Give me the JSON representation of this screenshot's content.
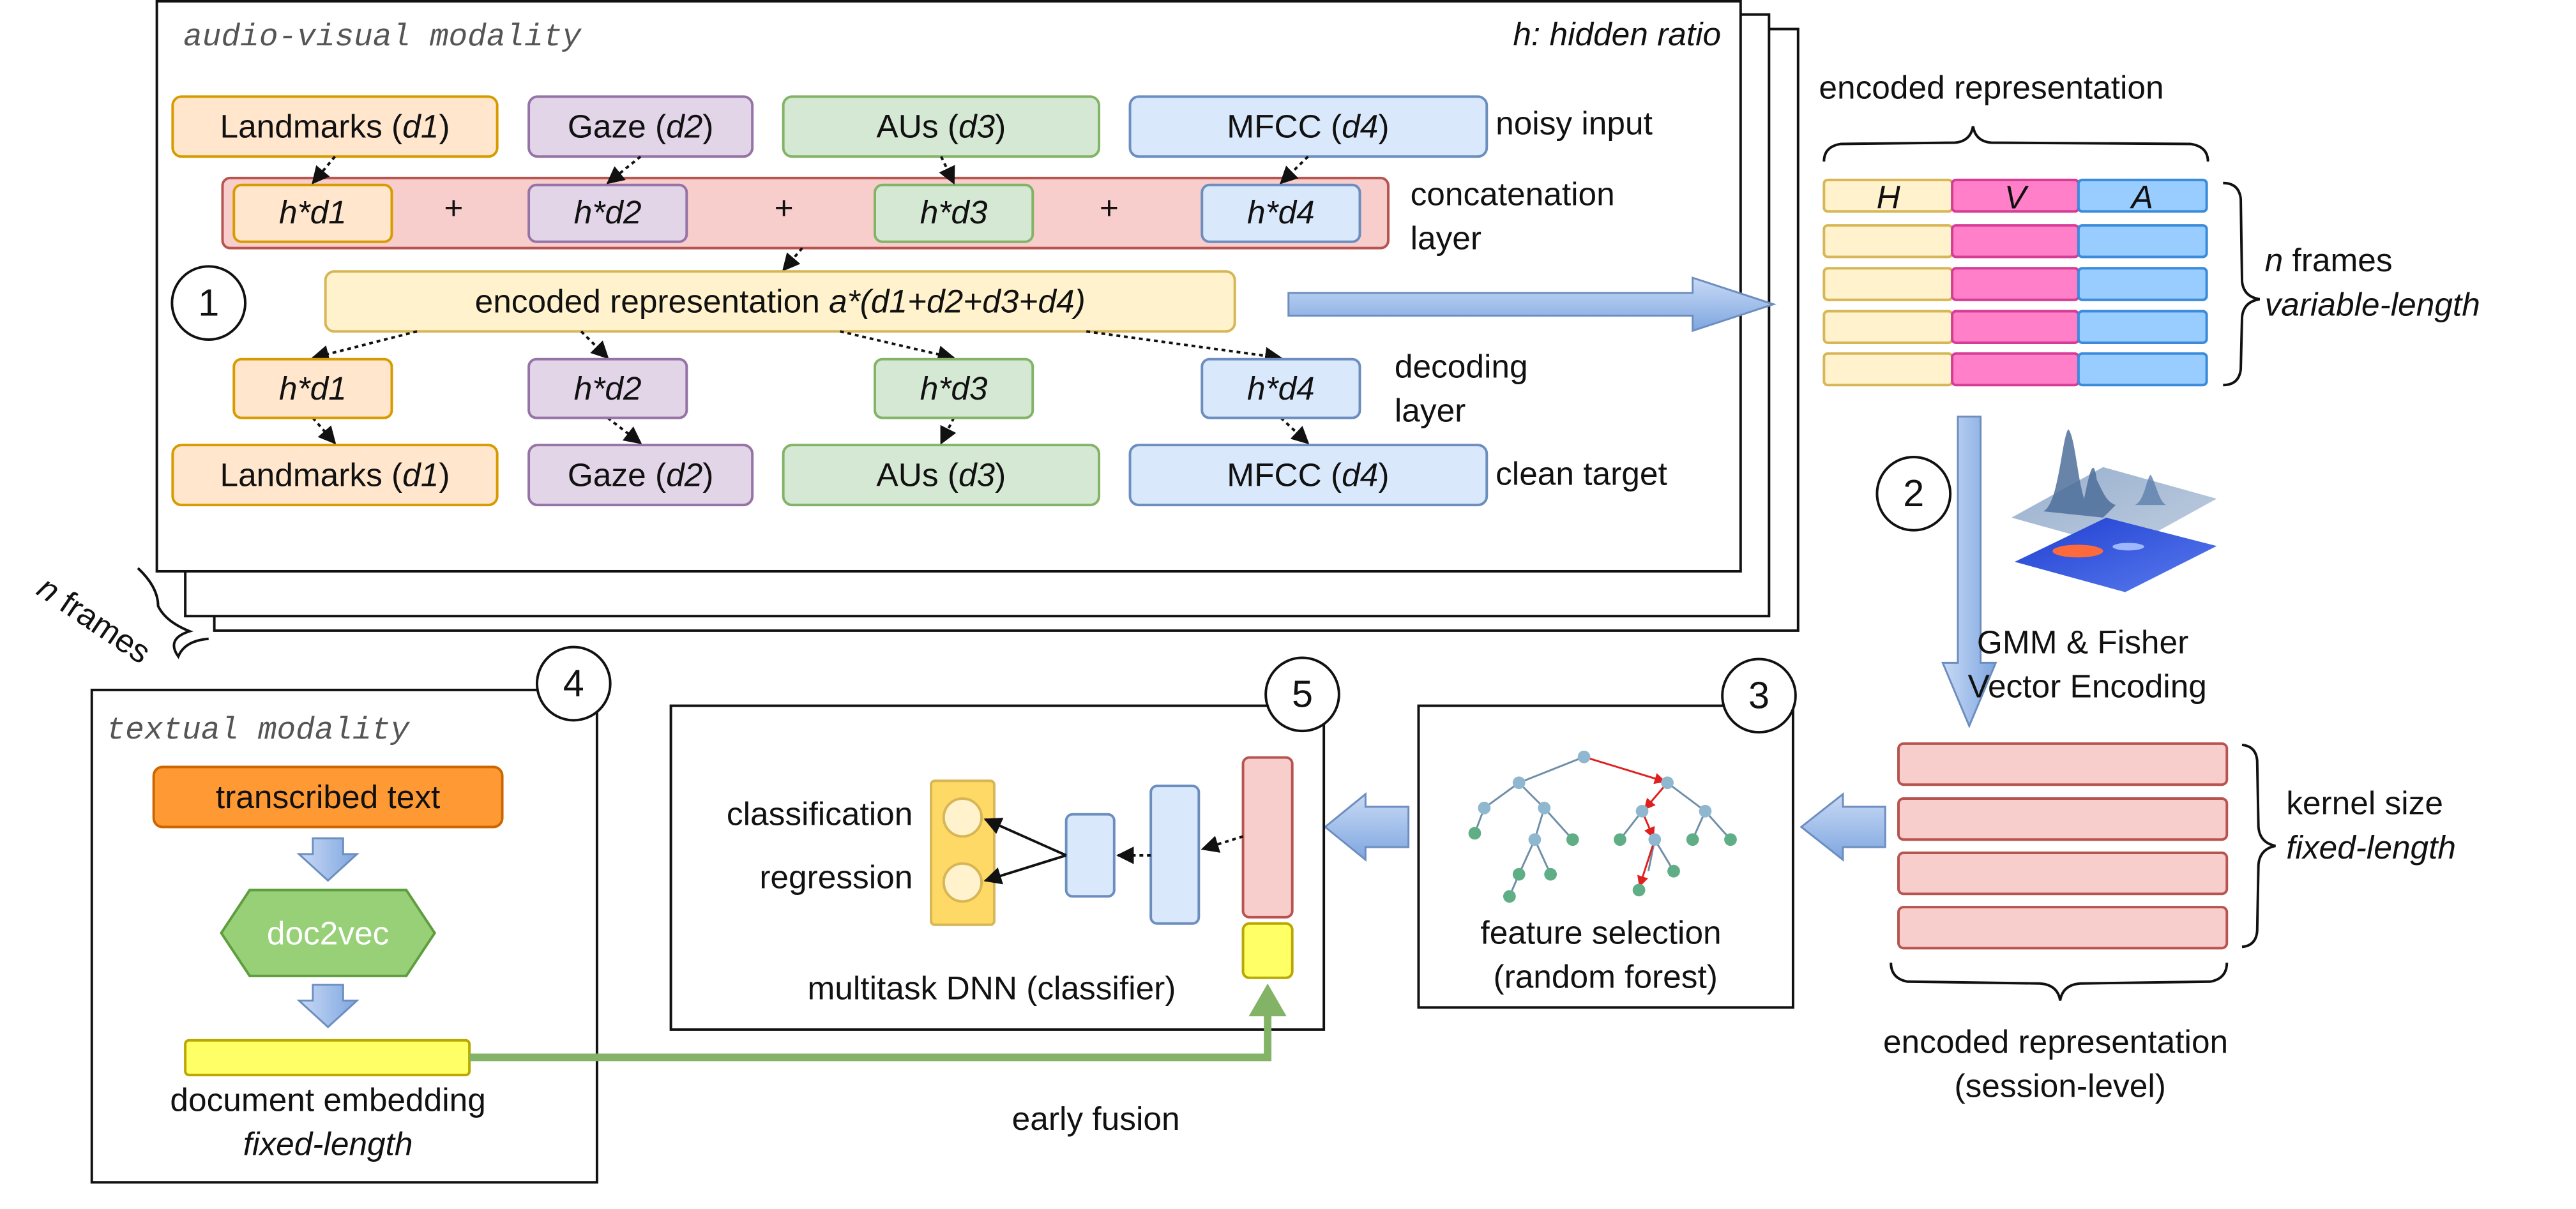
{
  "audio_visual": {
    "title": "audio-visual modality",
    "hidden_ratio": "h: hidden ratio",
    "step": "1",
    "inputs": [
      {
        "name": "Landmarks",
        "dim": "d1"
      },
      {
        "name": "Gaze",
        "dim": "d2"
      },
      {
        "name": "AUs",
        "dim": "d3"
      },
      {
        "name": "MFCC",
        "dim": "d4"
      }
    ],
    "noisy_input": "noisy input",
    "concat_layer": [
      "concatenation",
      "layer"
    ],
    "hidden": [
      "h*d1",
      "h*d2",
      "h*d3",
      "h*d4"
    ],
    "plus": "+",
    "encoded_label": "encoded representation",
    "encoded_formula": "a*(d1+d2+d3+d4)",
    "decoding_layer": [
      "decoding",
      "layer"
    ],
    "clean_target": "clean target",
    "n_frames": "n frames"
  },
  "frame_encoding": {
    "title": "encoded representation",
    "columns": [
      "H",
      "V",
      "A"
    ],
    "n_label": "n",
    "frames_label": " frames",
    "variable_length": "variable-length",
    "rows": 5
  },
  "gmm": {
    "step": "2",
    "label_lines": [
      "GMM & Fisher",
      "Vector Encoding"
    ]
  },
  "session_encoding": {
    "kernel_size": "kernel size",
    "fixed_length": "fixed-length",
    "caption_lines": [
      "encoded representation",
      "(session-level)"
    ],
    "rows": 4
  },
  "feature_selection": {
    "step": "3",
    "caption_lines": [
      "feature selection",
      "(random forest)"
    ]
  },
  "textual": {
    "title": "textual modality",
    "step": "4",
    "transcribed": "transcribed text",
    "doc2vec": "doc2vec",
    "embedding": "document embedding",
    "fixed_length": "fixed-length"
  },
  "dnn": {
    "step": "5",
    "classification": "classification",
    "regression": "regression",
    "caption": "multitask DNN (classifier)"
  },
  "fusion": {
    "label": "early fusion"
  },
  "colors": {
    "landmarks_fill": "#FFE6CC",
    "landmarks_stroke": "#D79B00",
    "gaze_fill": "#E1D5E7",
    "gaze_stroke": "#9673A6",
    "aus_fill": "#D5E8D4",
    "aus_stroke": "#82B366",
    "mfcc_fill": "#DAE8FC",
    "mfcc_stroke": "#6C8EBF",
    "concat_fill": "#F8CECC",
    "concat_stroke": "#B85450",
    "encoded_fill": "#FFF2CC",
    "encoded_stroke": "#D6B656",
    "v_fill": "#FF80C8",
    "a_fill": "#99CCFF",
    "orange": "#FF9933",
    "green": "#97D077",
    "yellow": "#FFFF66",
    "arrow_blue": "#A9C4EB",
    "fusion_green": "#82B366"
  }
}
